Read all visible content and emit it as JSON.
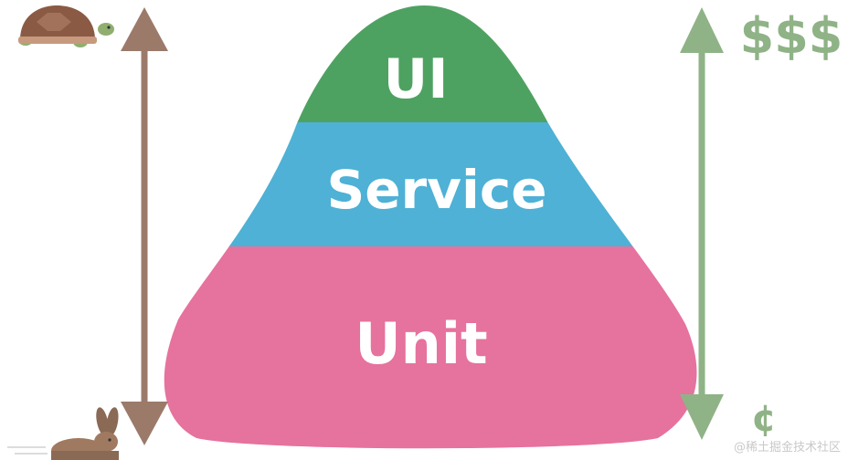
{
  "pyramid": {
    "layers": [
      {
        "label": "UI",
        "color": "#4ea261"
      },
      {
        "label": "Service",
        "color": "#4eb1d5"
      },
      {
        "label": "Unit",
        "color": "#e6729e"
      }
    ]
  },
  "speed_axis": {
    "color": "#9b7a6a",
    "top_icon": "turtle-icon",
    "bottom_icon": "rabbit-icon"
  },
  "cost_axis": {
    "color": "#8fb386",
    "top_label": "$$$",
    "bottom_label": "¢"
  },
  "watermark": {
    "text": "@稀土掘金技术社区"
  }
}
